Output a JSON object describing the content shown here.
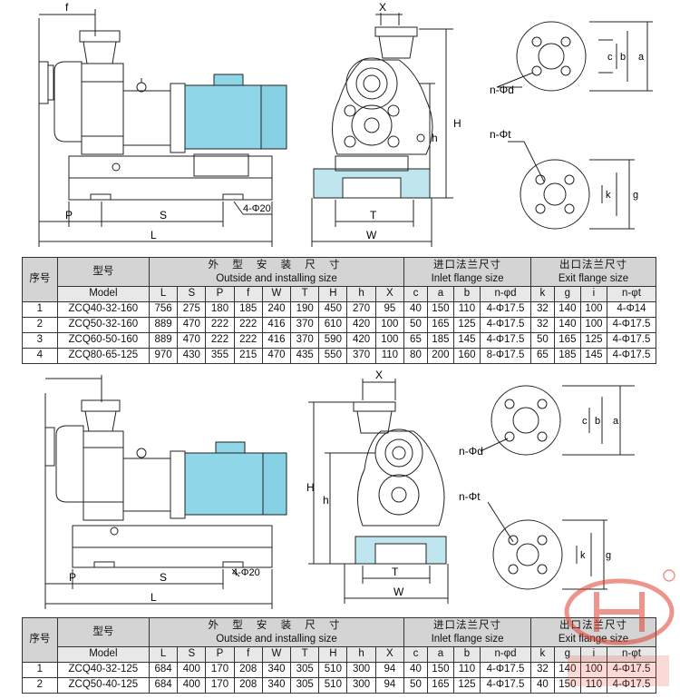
{
  "labels": {
    "dim_f": "f",
    "dim_x": "X",
    "dim_P": "P",
    "dim_S": "S",
    "dim_L": "L",
    "dim_T": "T",
    "dim_W": "W",
    "dim_H": "H",
    "dim_h": "h",
    "foot_holes": "4-Φ20",
    "flange_c": "c",
    "flange_b": "b",
    "flange_a": "a",
    "flange_k": "k",
    "flange_g": "g",
    "inlet_holes": "n-Φd",
    "exit_holes": "n-Φt"
  },
  "table_headers": {
    "seq": "序号",
    "model_cn": "型号",
    "model_en": "Model",
    "outside_cn": "外 型 安 装 尺 寸",
    "outside_en": "Outside and installing size",
    "inlet_cn": "进口法兰尺寸",
    "inlet_en": "Inlet flange size",
    "exit_cn": "出口法兰尺寸",
    "exit_en": "Exit flange size",
    "cols": [
      "L",
      "S",
      "P",
      "f",
      "W",
      "T",
      "H",
      "h",
      "X",
      "c",
      "a",
      "b",
      "n-φd",
      "k",
      "g",
      "i",
      "n-φt"
    ]
  },
  "table1": {
    "rows": [
      {
        "no": "1",
        "model": "ZCQ40-32-160",
        "v": [
          "756",
          "275",
          "180",
          "185",
          "240",
          "190",
          "450",
          "270",
          "95",
          "40",
          "150",
          "110",
          "4-Φ17.5",
          "32",
          "140",
          "100",
          "4-Φ14"
        ]
      },
      {
        "no": "2",
        "model": "ZCQ50-32-160",
        "v": [
          "889",
          "470",
          "222",
          "222",
          "416",
          "370",
          "610",
          "420",
          "100",
          "50",
          "165",
          "125",
          "4-Φ17.5",
          "32",
          "140",
          "100",
          "4-Φ17.5"
        ]
      },
      {
        "no": "3",
        "model": "ZCQ60-50-160",
        "v": [
          "889",
          "470",
          "222",
          "222",
          "416",
          "370",
          "590",
          "420",
          "100",
          "65",
          "185",
          "145",
          "4-Φ17.5",
          "50",
          "165",
          "125",
          "4-Φ17.5"
        ]
      },
      {
        "no": "4",
        "model": "ZCQ80-65-125",
        "v": [
          "970",
          "430",
          "355",
          "215",
          "470",
          "435",
          "550",
          "370",
          "110",
          "80",
          "200",
          "160",
          "8-Φ17.5",
          "65",
          "185",
          "145",
          "4-Φ17.5"
        ]
      }
    ]
  },
  "table2": {
    "rows": [
      {
        "no": "1",
        "model": "ZCQ40-32-125",
        "v": [
          "684",
          "400",
          "170",
          "208",
          "340",
          "305",
          "510",
          "300",
          "94",
          "40",
          "150",
          "110",
          "4-Φ17.5",
          "32",
          "140",
          "100",
          "4-Φ17.5"
        ]
      },
      {
        "no": "2",
        "model": "ZCQ50-40-125",
        "v": [
          "684",
          "400",
          "170",
          "208",
          "340",
          "305",
          "510",
          "300",
          "94",
          "50",
          "165",
          "125",
          "4-Φ17.5",
          "40",
          "150",
          "110",
          "4-Φ17.5"
        ]
      }
    ]
  },
  "colors": {
    "motor": "#8fd6e8",
    "base": "#bfe6ef",
    "line": "#222222",
    "watermark": "#e04030"
  }
}
